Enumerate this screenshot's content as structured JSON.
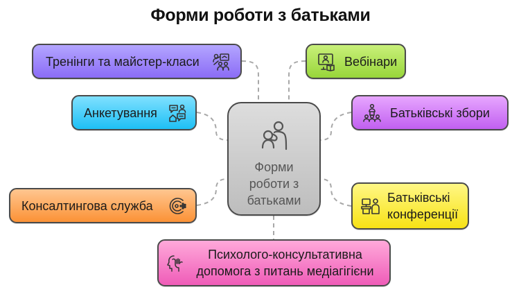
{
  "title": "Форми роботи з батьками",
  "colors": {
    "center": "#c9c9c9",
    "trainings": "#9f86fa",
    "webinars": "#b2e45a",
    "survey": "#4dd0fa",
    "meetings": "#d483f8",
    "consulting": "#fdab5f",
    "conferences": "#fbec4a",
    "psych": "#f784c9",
    "border": "#4a4a4a",
    "connector": "#a8a8a8"
  },
  "center": {
    "label": "Форми роботи з батьками",
    "icon": "parent-child-icon"
  },
  "nodes": {
    "trainings": {
      "label": "Тренінги та майстер-класи",
      "icon": "presenter-group-icon"
    },
    "webinars": {
      "label": "Вебінари",
      "icon": "monitor-person-book-icon"
    },
    "survey": {
      "label": "Анкетування",
      "icon": "chat-people-icon"
    },
    "meetings": {
      "label": "Батьківські збори",
      "icon": "speaker-audience-icon"
    },
    "consulting": {
      "label": "Консалтингова служба",
      "icon": "consulting-logo-icon"
    },
    "conferences": {
      "line1": "Батьківські",
      "line2": "конференції",
      "icon": "desk-person-icon"
    },
    "psych": {
      "line1": "Психолого-консультативна",
      "line2": "допомога з питань медіагігієни",
      "icon": "head-hand-icon"
    }
  }
}
